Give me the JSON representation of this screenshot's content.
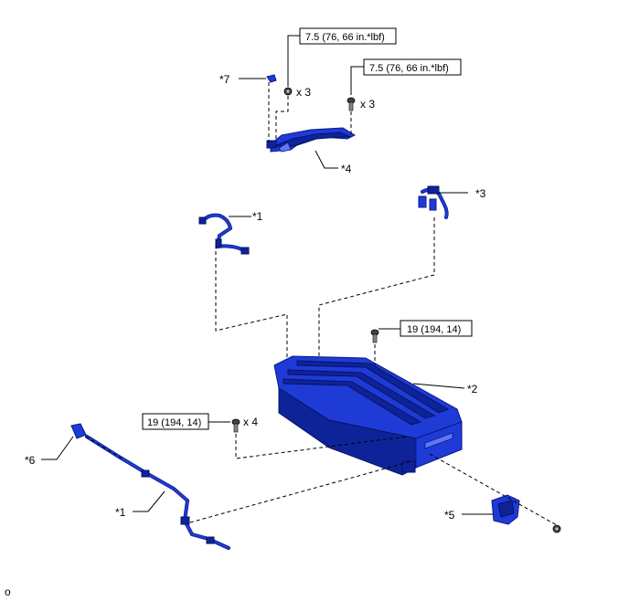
{
  "callouts": {
    "c7": "*7",
    "c4": "*4",
    "c1_top": "*1",
    "c3": "*3",
    "c2": "*2",
    "c6": "*6",
    "c1_bottom": "*1",
    "c5": "*5"
  },
  "torques": {
    "t1": "7.5 (76, 66 in.*lbf)",
    "t2": "7.5 (76, 66 in.*lbf)",
    "t3": "19 (194, 14)",
    "t4": "19 (194, 14)"
  },
  "quantities": {
    "q1": "x 3",
    "q2": "x 3",
    "q3": "x 4"
  },
  "footer": {
    "mark": "o"
  },
  "colors": {
    "part_blue": "#1e3bd6",
    "part_dark": "#0f2399",
    "line": "#000000"
  }
}
